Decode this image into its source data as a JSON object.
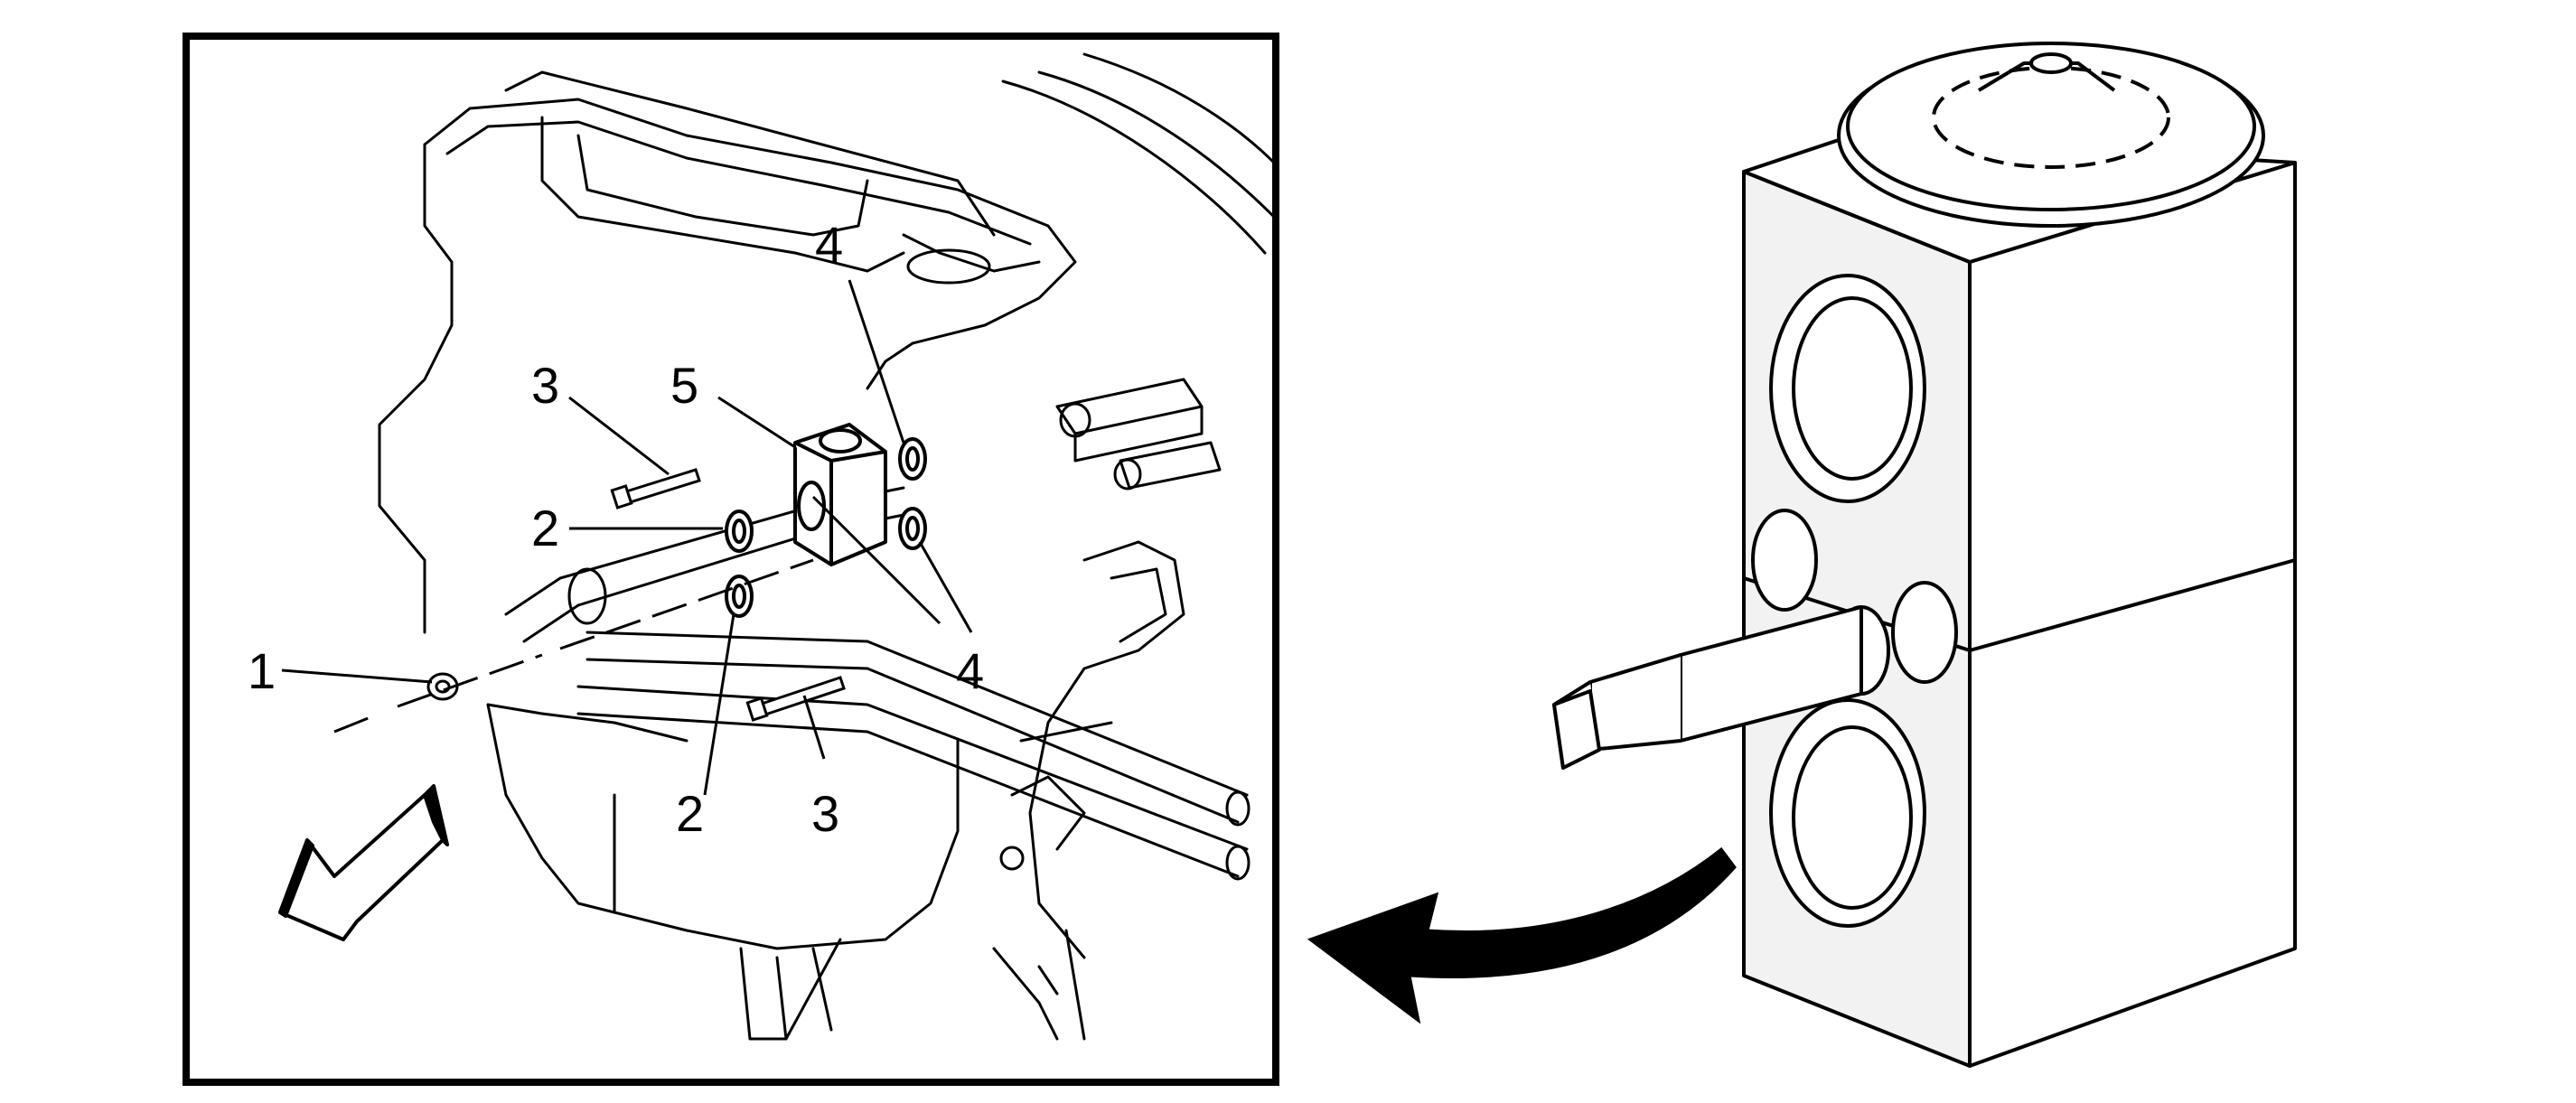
{
  "callouts": [
    {
      "id": "c1",
      "text": "1"
    },
    {
      "id": "c2a",
      "text": "2"
    },
    {
      "id": "c2b",
      "text": "2"
    },
    {
      "id": "c3a",
      "text": "3"
    },
    {
      "id": "c3b",
      "text": "3"
    },
    {
      "id": "c4a",
      "text": "4"
    },
    {
      "id": "c4b",
      "text": "4"
    },
    {
      "id": "c5",
      "text": "5"
    }
  ],
  "colors": {
    "line": "#000000",
    "fill": "#ffffff",
    "valve_face": "#e8e8e8"
  }
}
